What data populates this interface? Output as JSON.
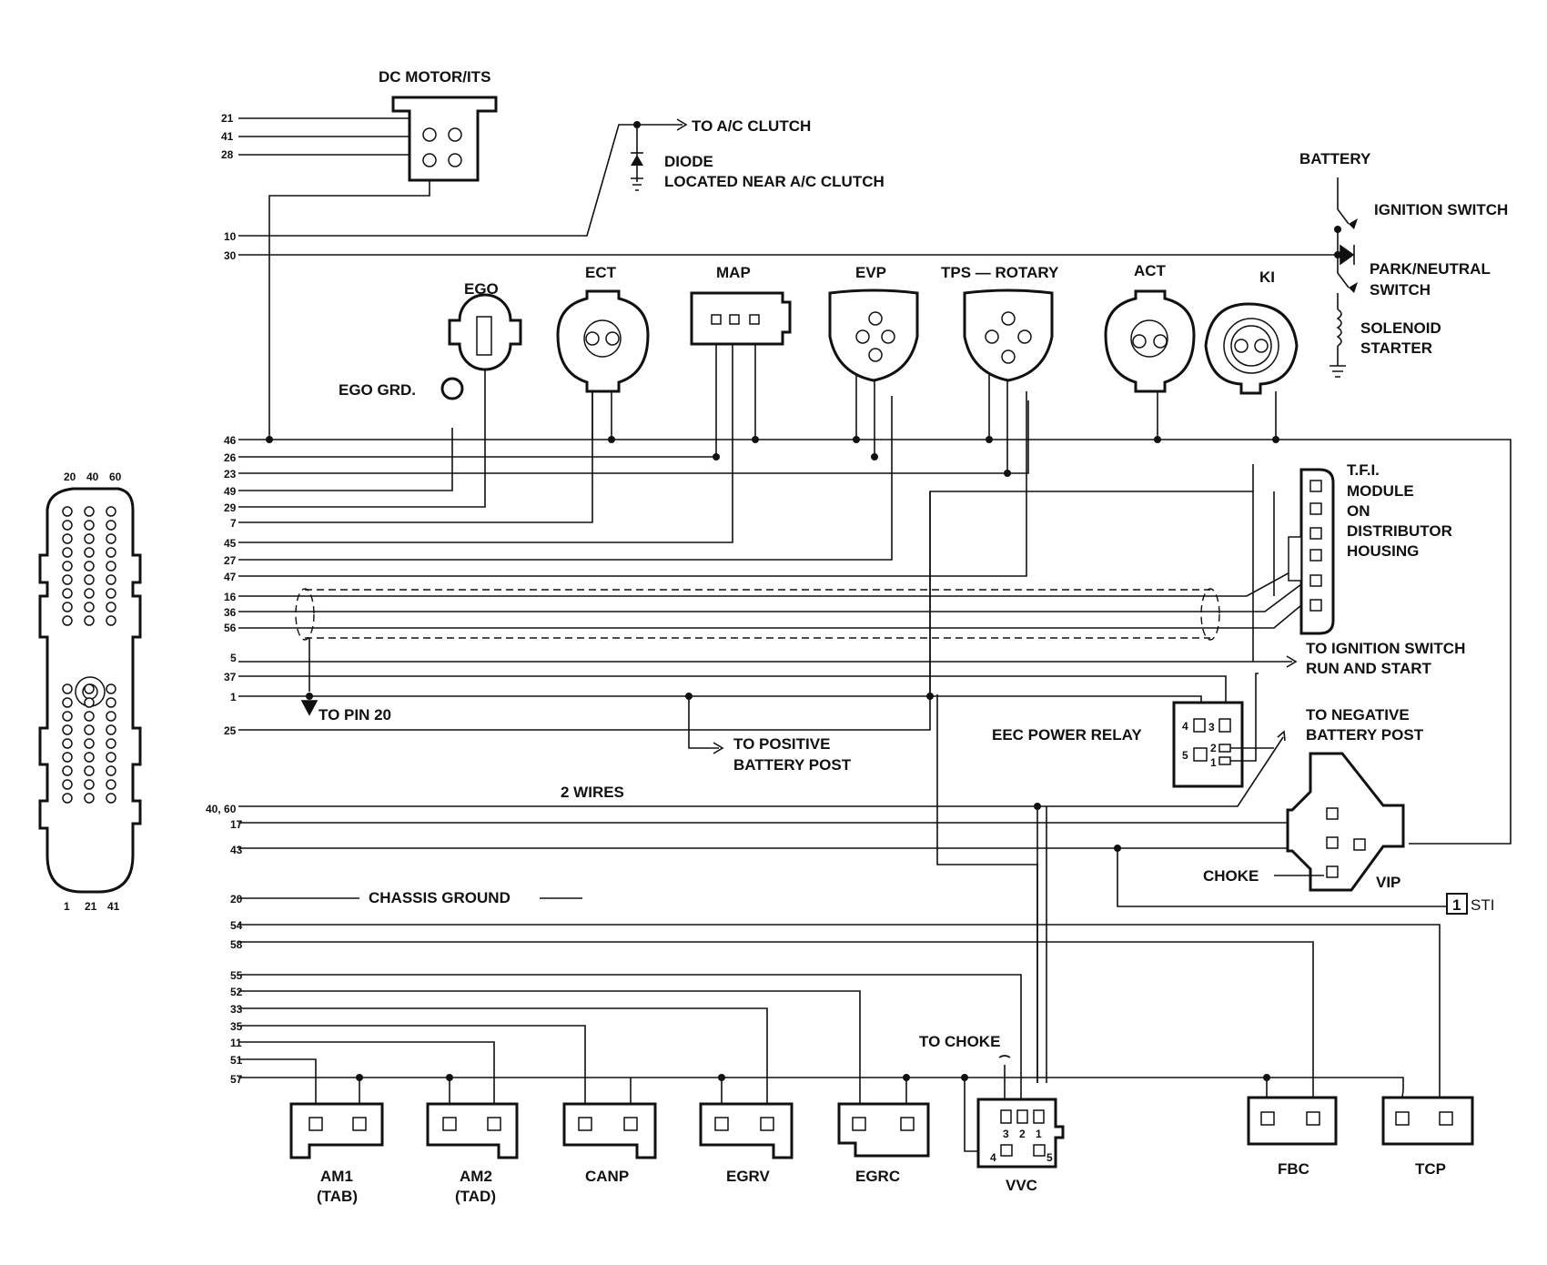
{
  "labels": {
    "dc_motor": "DC MOTOR/ITS",
    "to_ac_clutch": "TO A/C CLUTCH",
    "diode": "DIODE",
    "diode_loc": "LOCATED NEAR A/C CLUTCH",
    "battery": "BATTERY",
    "ignition_switch": "IGNITION SWITCH",
    "park_neutral_1": "PARK/NEUTRAL",
    "park_neutral_2": "SWITCH",
    "solenoid_1": "SOLENOID",
    "solenoid_2": "STARTER",
    "ego": "EGO",
    "ego_grd": "EGO GRD.",
    "ect": "ECT",
    "map": "MAP",
    "evp": "EVP",
    "tps": "TPS — ROTARY",
    "act": "ACT",
    "ki": "KI",
    "tfi_1": "T.F.I.",
    "tfi_2": "MODULE",
    "tfi_3": "ON",
    "tfi_4": "DISTRIBUTOR",
    "tfi_5": "HOUSING",
    "to_ign_1": "TO IGNITION SWITCH",
    "to_ign_2": "RUN AND START",
    "to_pin20": "TO PIN 20",
    "to_pos_1": "TO POSITIVE",
    "to_pos_2": "BATTERY POST",
    "eec_relay": "EEC POWER RELAY",
    "to_neg_1": "TO NEGATIVE",
    "to_neg_2": "BATTERY POST",
    "two_wires": "2 WIRES",
    "choke": "CHOKE",
    "vip": "VIP",
    "sti_num": "1",
    "sti": "STI",
    "chassis": "CHASSIS GROUND",
    "to_choke": "TO CHOKE",
    "am1": "AM1",
    "am1_sub": "(TAB)",
    "am2": "AM2",
    "am2_sub": "(TAD)",
    "canp": "CANP",
    "egrv": "EGRV",
    "egrc": "EGRC",
    "vvc": "VVC",
    "fbc": "FBC",
    "tcp": "TCP"
  },
  "pins": {
    "p21": "21",
    "p41": "41",
    "p28": "28",
    "p10": "10",
    "p30": "30",
    "p46": "46",
    "p26": "26",
    "p23": "23",
    "p49": "49",
    "p29": "29",
    "p7": "7",
    "p45": "45",
    "p27": "27",
    "p47": "47",
    "p16": "16",
    "p36": "36",
    "p56": "56",
    "p5": "5",
    "p37": "37",
    "p1": "1",
    "p25": "25",
    "p4060": "40, 60",
    "p17": "17",
    "p43": "43",
    "p20": "20",
    "p54": "54",
    "p58": "58",
    "p55": "55",
    "p52": "52",
    "p33": "33",
    "p35": "35",
    "p11": "11",
    "p51": "51",
    "p57": "57"
  },
  "connector_pins": {
    "top_20": "20",
    "top_40": "40",
    "top_60": "60",
    "bot_1": "1",
    "bot_21": "21",
    "bot_41": "41"
  },
  "relay_pins": {
    "r4": "4",
    "r3": "3",
    "r5": "5",
    "r2": "2",
    "r1": "1"
  },
  "vvc_pins": {
    "v3": "3",
    "v2": "2",
    "v1": "1",
    "v4": "4",
    "v5": "5"
  }
}
